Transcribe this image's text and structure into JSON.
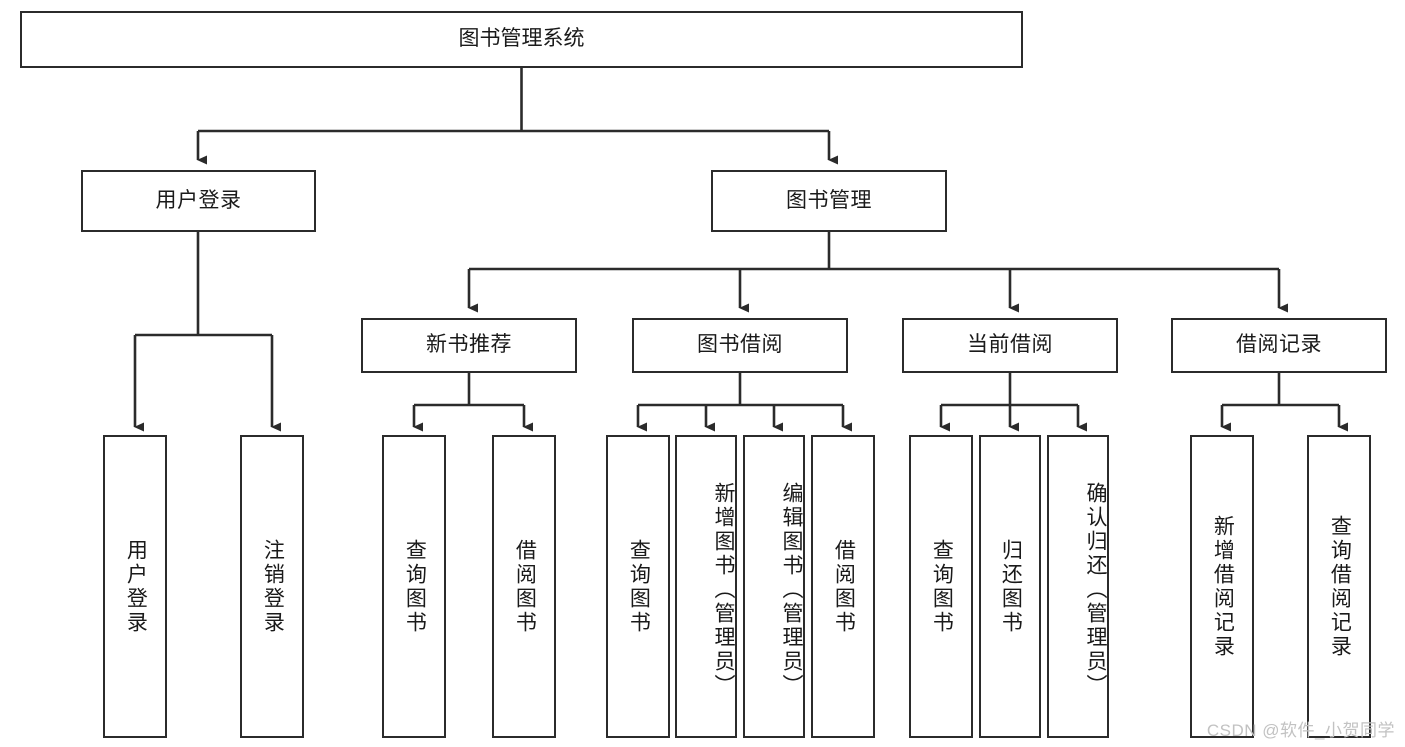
{
  "diagram": {
    "title": "图书管理系统",
    "type": "功能结构图",
    "style": {
      "box_stroke": "#2b2b2b",
      "box_fill": "#ffffff",
      "text_color": "#1a1a1a",
      "edge_color": "#2b2b2b",
      "watermark_color": "#c2c2c2"
    },
    "watermark": "CSDN @软件_小贺同学",
    "nodes": {
      "root": {
        "label": "图书管理系统"
      },
      "level2": [
        {
          "id": "user-login",
          "label": "用户登录"
        },
        {
          "id": "book-manage",
          "label": "图书管理"
        }
      ],
      "level3": [
        {
          "id": "new-book-rec",
          "label": "新书推荐"
        },
        {
          "id": "book-borrow",
          "label": "图书借阅"
        },
        {
          "id": "current-borrow",
          "label": "当前借阅"
        },
        {
          "id": "borrow-record",
          "label": "借阅记录"
        }
      ],
      "leaves": {
        "user-login": [
          {
            "id": "leaf-user-login",
            "label": "用户登录"
          },
          {
            "id": "leaf-logout",
            "label": "注销登录"
          }
        ],
        "new-book-rec": [
          {
            "id": "leaf-query-book-1",
            "label": "查询图书"
          },
          {
            "id": "leaf-borrow-book-1",
            "label": "借阅图书"
          }
        ],
        "book-borrow": [
          {
            "id": "leaf-query-book-2",
            "label": "查询图书"
          },
          {
            "id": "leaf-add-book",
            "label": "新增图书（管理员）"
          },
          {
            "id": "leaf-edit-book",
            "label": "编辑图书（管理员）"
          },
          {
            "id": "leaf-borrow-book-2",
            "label": "借阅图书"
          }
        ],
        "current-borrow": [
          {
            "id": "leaf-query-book-3",
            "label": "查询图书"
          },
          {
            "id": "leaf-return-book",
            "label": "归还图书"
          },
          {
            "id": "leaf-confirm-return",
            "label": "确认归还（管理员）"
          }
        ],
        "borrow-record": [
          {
            "id": "leaf-add-record",
            "label": "新增借阅记录"
          },
          {
            "id": "leaf-query-record",
            "label": "查询借阅记录"
          }
        ]
      }
    },
    "edges": [
      {
        "from": "图书管理系统",
        "to": "用户登录"
      },
      {
        "from": "图书管理系统",
        "to": "图书管理"
      },
      {
        "from": "图书管理",
        "to": "新书推荐"
      },
      {
        "from": "图书管理",
        "to": "图书借阅"
      },
      {
        "from": "图书管理",
        "to": "当前借阅"
      },
      {
        "from": "图书管理",
        "to": "借阅记录"
      },
      {
        "from": "用户登录",
        "to": "用户登录"
      },
      {
        "from": "用户登录",
        "to": "注销登录"
      },
      {
        "from": "新书推荐",
        "to": "查询图书"
      },
      {
        "from": "新书推荐",
        "to": "借阅图书"
      },
      {
        "from": "图书借阅",
        "to": "查询图书"
      },
      {
        "from": "图书借阅",
        "to": "新增图书（管理员）"
      },
      {
        "from": "图书借阅",
        "to": "编辑图书（管理员）"
      },
      {
        "from": "图书借阅",
        "to": "借阅图书"
      },
      {
        "from": "当前借阅",
        "to": "查询图书"
      },
      {
        "from": "当前借阅",
        "to": "归还图书"
      },
      {
        "from": "当前借阅",
        "to": "确认归还（管理员）"
      },
      {
        "from": "借阅记录",
        "to": "新增借阅记录"
      },
      {
        "from": "借阅记录",
        "to": "查询借阅记录"
      }
    ]
  }
}
